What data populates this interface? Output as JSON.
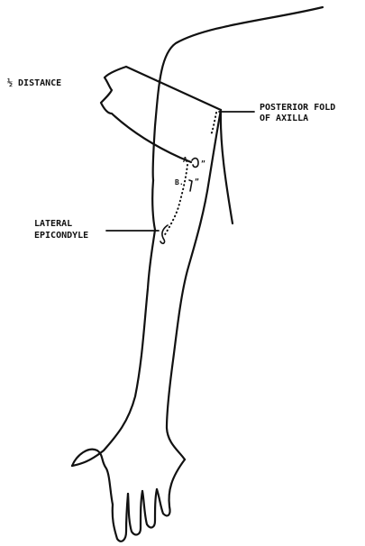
{
  "figure": {
    "labels": {
      "half_distance": "½ DISTANCE",
      "posterior_fold_line1": "POSTERIOR FOLD",
      "posterior_fold_line2": "OF AXILLA",
      "lateral_epicondyle_line1": "LATERAL",
      "lateral_epicondyle_line2": "EPICONDYLE",
      "point_a": "A",
      "point_b": "B.",
      "measure_a": "”",
      "measure_b": "”"
    }
  }
}
